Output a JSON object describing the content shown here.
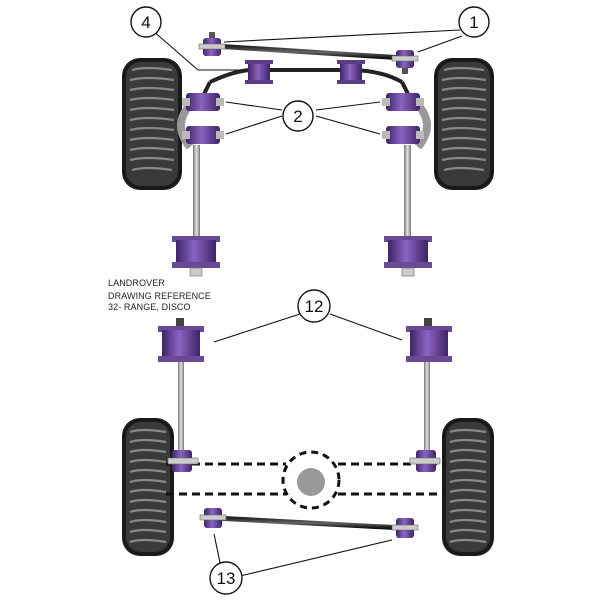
{
  "reference": {
    "line1": "LANDROVER",
    "line2": "DRAWING REFERENCE",
    "line3": "32-  RANGE, DISCO"
  },
  "callouts": {
    "c1": "1",
    "c2": "2",
    "c4": "4",
    "c12": "12",
    "c13": "13"
  },
  "colors": {
    "bush": "#7b55a8",
    "bush_dark": "#4a2f70",
    "bush_light": "#a78bd0",
    "tyre": "#5e5e5e",
    "rod": "#9a9a9a"
  }
}
